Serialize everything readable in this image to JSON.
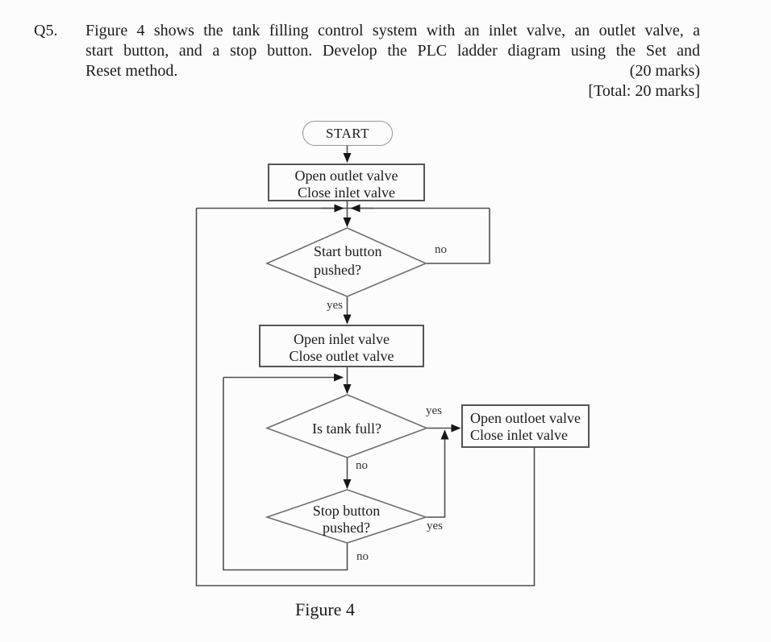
{
  "question": {
    "number": "Q5.",
    "lines": [
      "Figure 4 shows the tank filling control system with an inlet valve, an outlet valve, a",
      "start button, and a stop button. Develop the PLC ladder diagram using the Set and",
      "Reset method."
    ],
    "marks": "(20 marks)",
    "total": "[Total: 20 marks]"
  },
  "flowchart": {
    "start_label": "START",
    "process1": {
      "line1": "Open outlet valve",
      "line2": "Close inlet valve"
    },
    "decision1": {
      "line1": "Start button",
      "line2": "pushed?"
    },
    "process2": {
      "line1": "Open inlet valve",
      "line2": "Close outlet valve"
    },
    "decision2": {
      "line1": "Is tank full?"
    },
    "process3": {
      "line1": "Open outloet valve",
      "line2": "Close inlet valve"
    },
    "decision3": {
      "line1": "Stop button",
      "line2": "pushed?"
    },
    "labels": {
      "decision1_no": "no",
      "decision1_yes": "yes",
      "decision2_yes": "yes",
      "decision2_no": "no",
      "decision3_yes": "yes",
      "decision3_no": "no"
    },
    "caption": "Figure 4",
    "colors": {
      "connector_line": "#4f4f4f",
      "shape_border": "#555555",
      "diamond_border": "#6f6f6f",
      "arrowhead": "#161616",
      "text": "#1b1b1b",
      "background": "#fcfcfc"
    }
  }
}
